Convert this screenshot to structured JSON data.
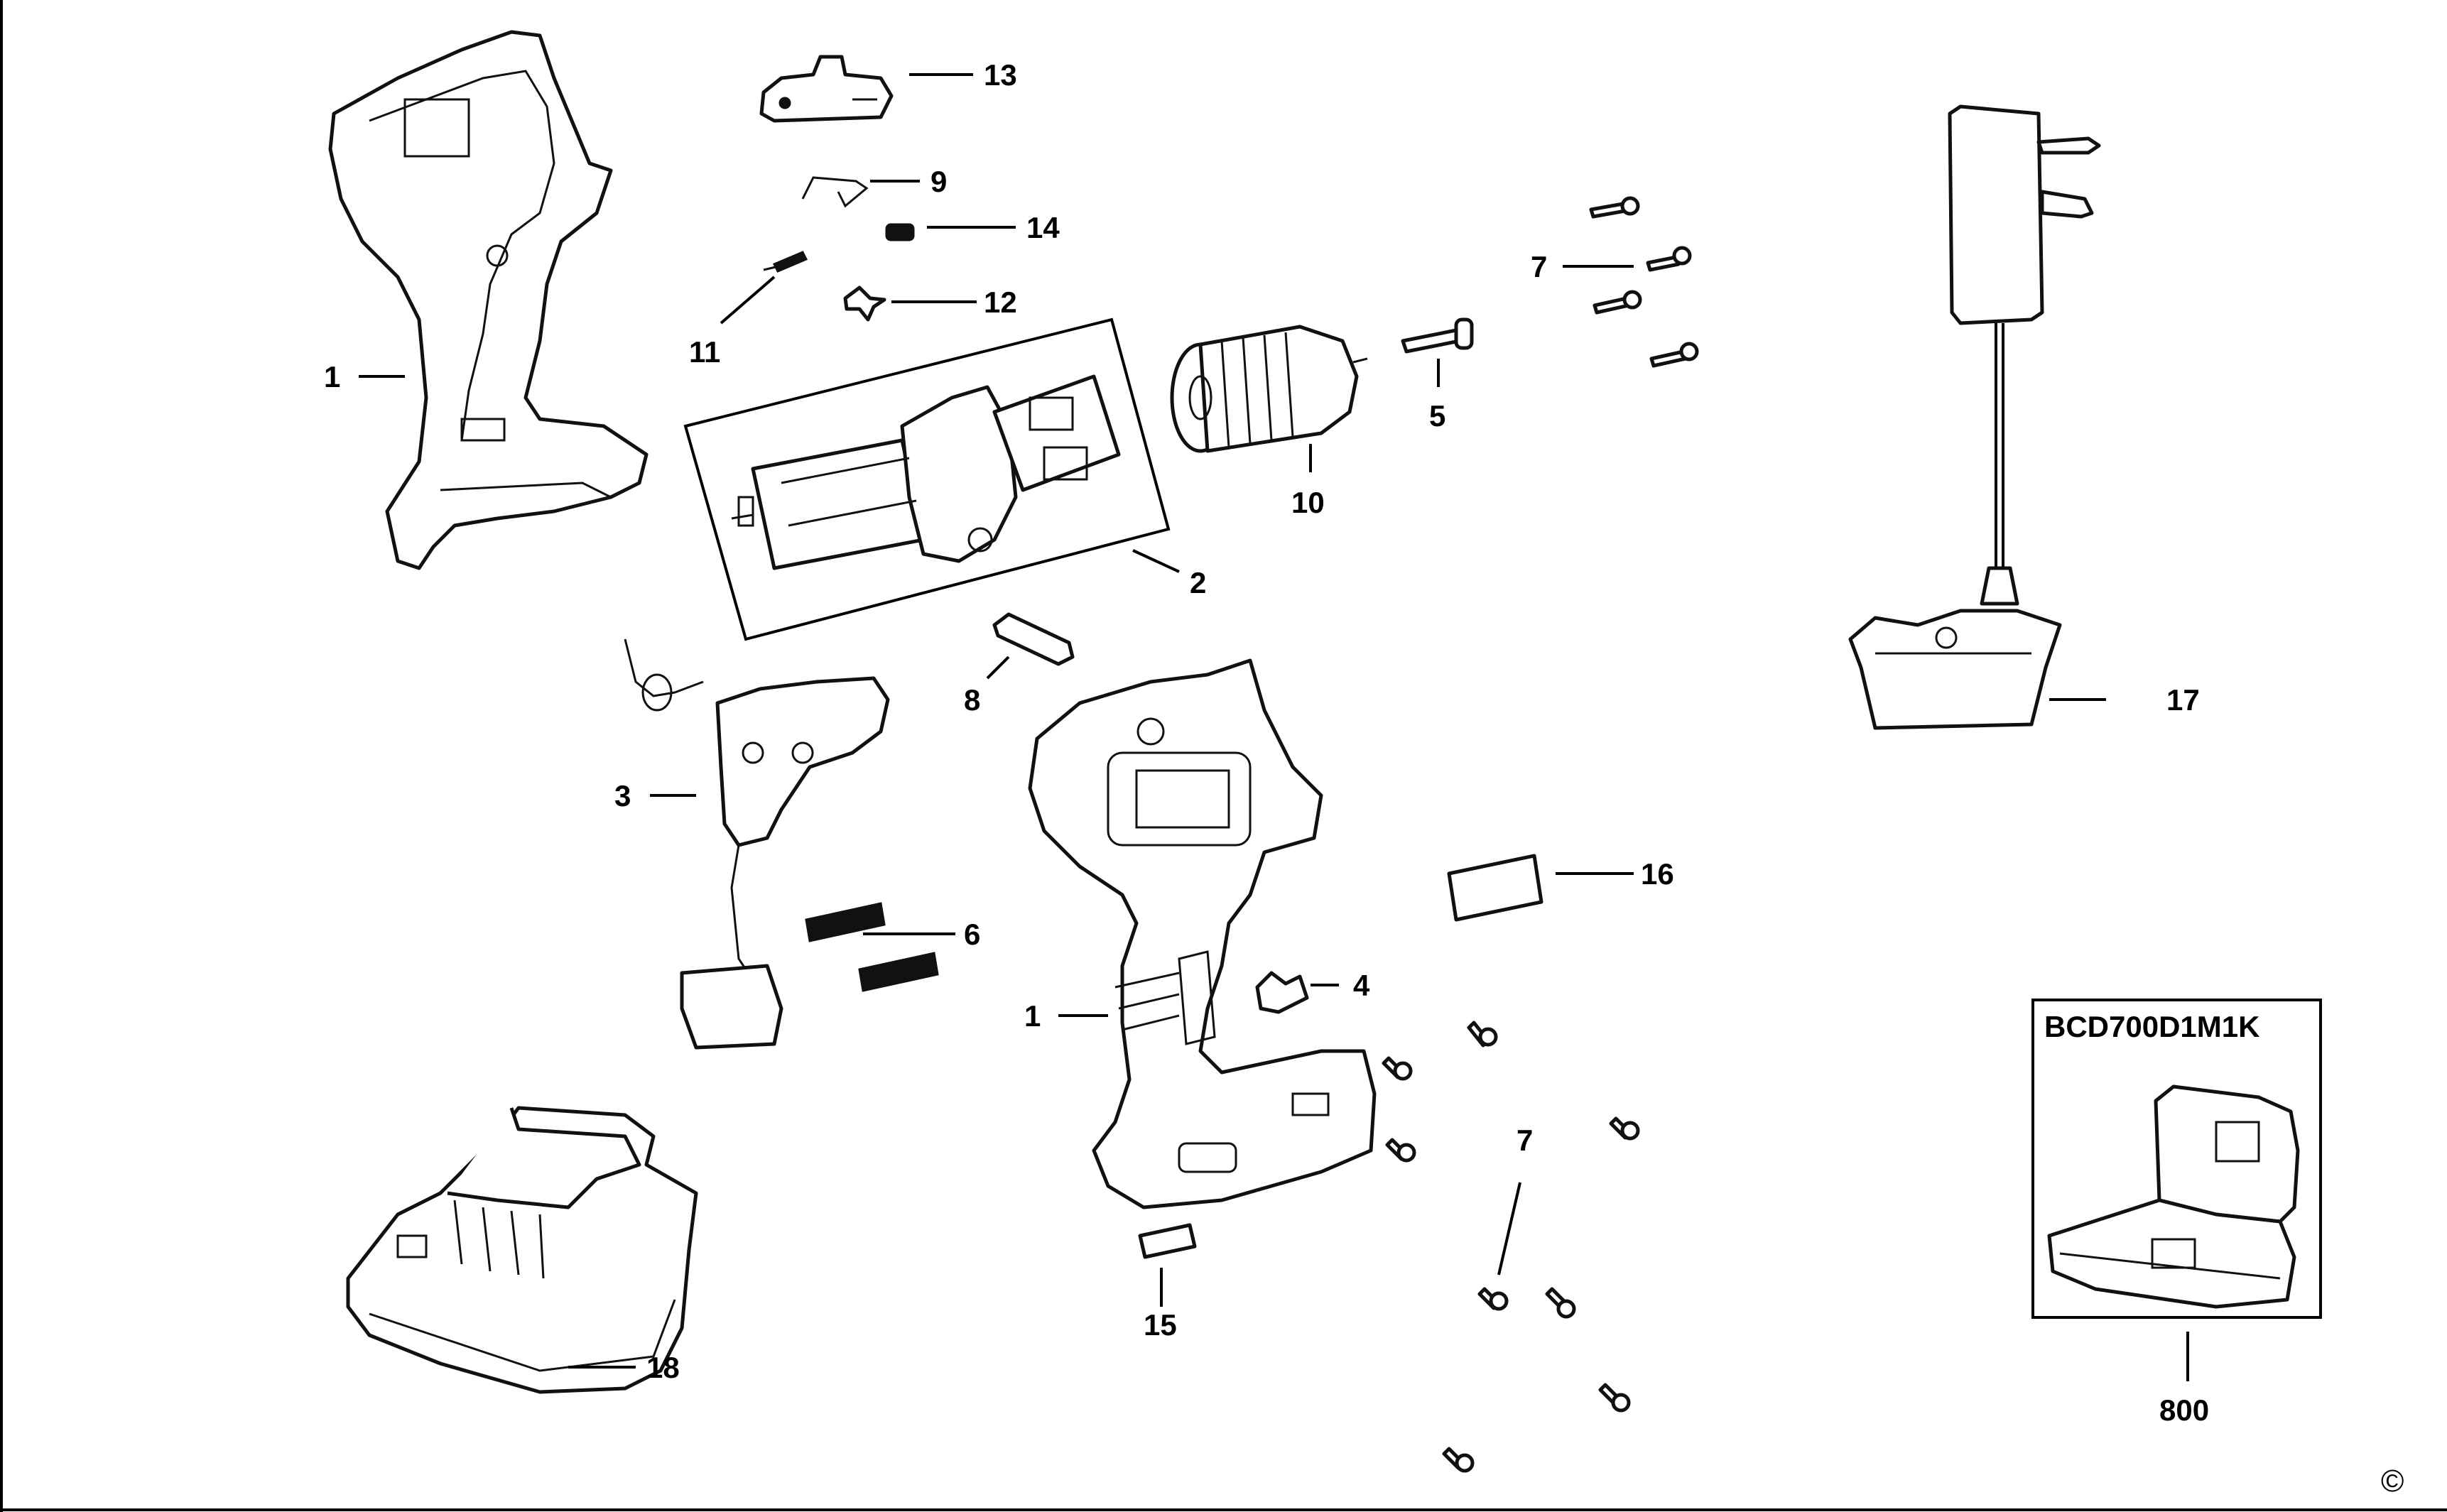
{
  "labels": {
    "p1_top": "1",
    "p1_bottom": "1",
    "p2": "2",
    "p3": "3",
    "p4": "4",
    "p5": "5",
    "p6": "6",
    "p7_top": "7",
    "p7_bottom": "7",
    "p8": "8",
    "p9": "9",
    "p10": "10",
    "p11": "11",
    "p12": "12",
    "p13": "13",
    "p14": "14",
    "p15": "15",
    "p16": "16",
    "p17": "17",
    "p18": "18",
    "p800": "800"
  },
  "kit": {
    "model": "BCD700D1M1K"
  },
  "copyright": "©",
  "icons": {
    "housing_half": "drill-housing-half",
    "gearbox": "motor-gearbox-assembly",
    "chuck": "keyless-chuck",
    "charger": "plug-charger",
    "battery": "battery-pack",
    "case": "carry-case"
  }
}
